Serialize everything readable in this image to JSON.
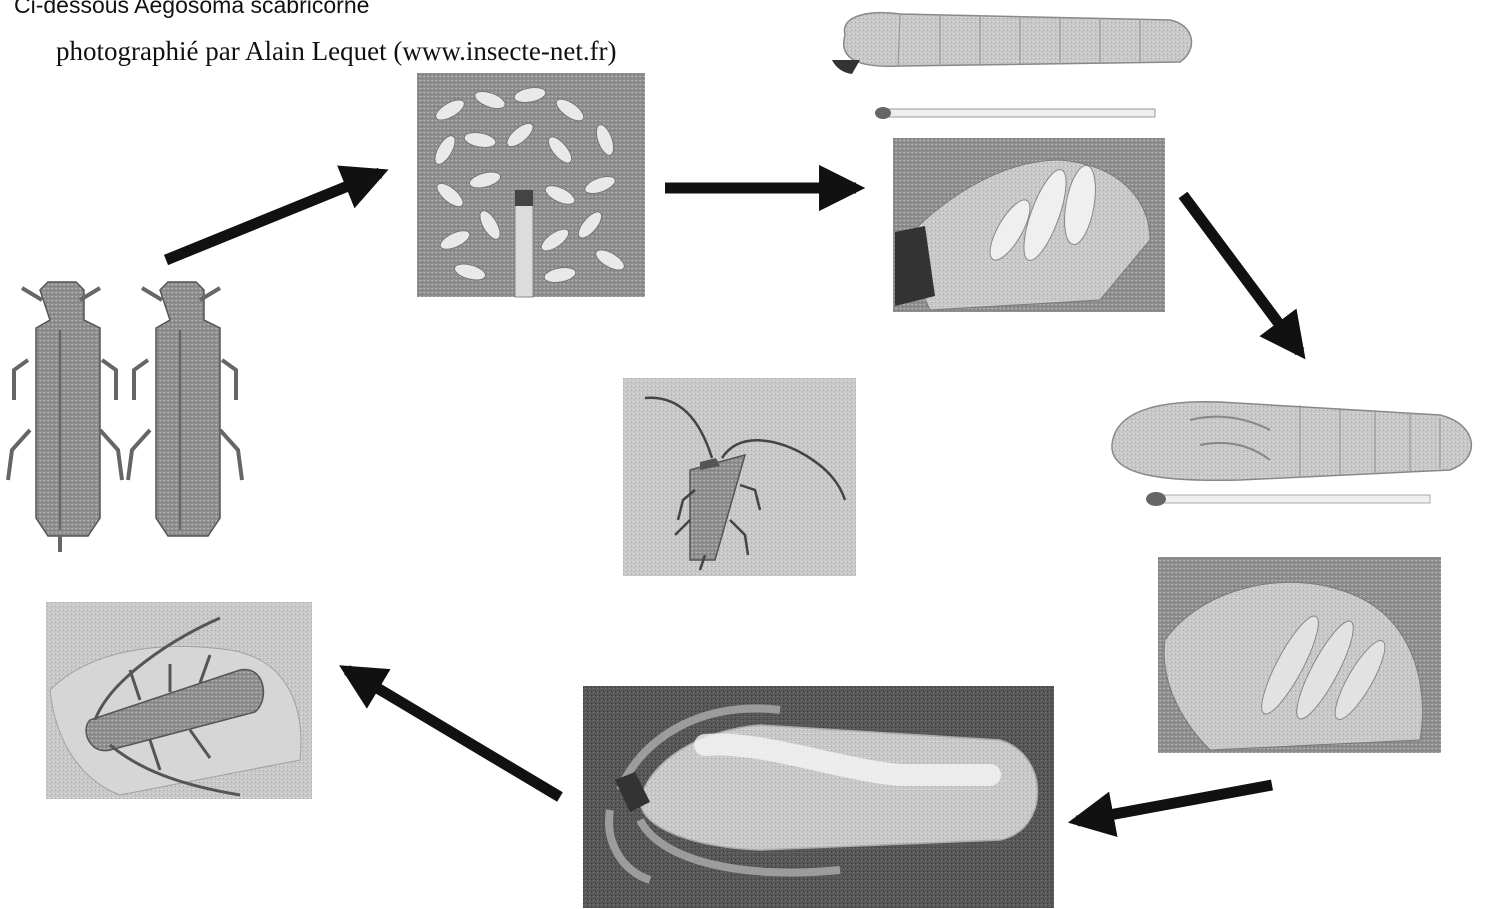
{
  "caption": {
    "line1": "Ci-dessous Aegosoma scabricorne",
    "line2": "photographié par Alain Lequet (www.insecte-net.fr)"
  },
  "stages": [
    {
      "id": "adults-pair",
      "photo": "two adult longhorn beetles (dorsal view)"
    },
    {
      "id": "eggs",
      "photo": "cluster of eggs with matchstick"
    },
    {
      "id": "larva",
      "photo": "large larva with matchstick and larvae in hand"
    },
    {
      "id": "prepupa",
      "photo": "pre-pupa with matchstick"
    },
    {
      "id": "pupae-hand",
      "photo": "pupae in hand"
    },
    {
      "id": "pupa",
      "photo": "pupa on dark background"
    },
    {
      "id": "adult-hand",
      "photo": "adult beetle on hand"
    },
    {
      "id": "adult-center",
      "photo": "adult beetle with long antennae"
    }
  ],
  "colors": {
    "arrow": "#111111",
    "photo_bg": "#9a9a9a"
  }
}
